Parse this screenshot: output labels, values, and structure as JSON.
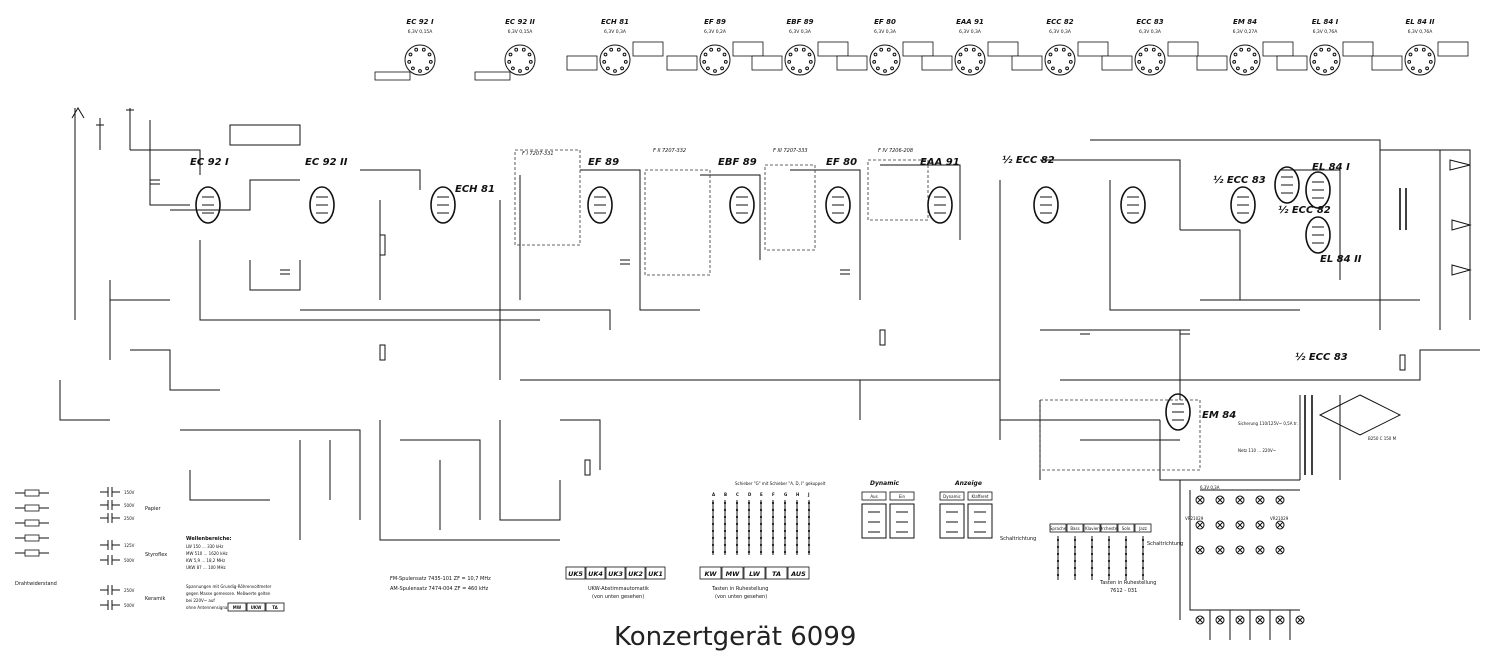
{
  "title": "Konzertgerät 6099",
  "tube_bases": [
    {
      "name": "EC 92 I",
      "spec": "6,3V 0,15A"
    },
    {
      "name": "EC 92 II",
      "spec": "6,3V 0,15A"
    },
    {
      "name": "ECH 81",
      "spec": "6,3V 0,3A"
    },
    {
      "name": "EF 89",
      "spec": "6,3V 0,2A"
    },
    {
      "name": "EBF 89",
      "spec": "6,3V 0,3A"
    },
    {
      "name": "EF 80",
      "spec": "6,3V 0,3A"
    },
    {
      "name": "EAA 91",
      "spec": "6,3V 0,3A"
    },
    {
      "name": "ECC 82",
      "spec": "6,3V 0,3A"
    },
    {
      "name": "ECC 83",
      "spec": "6,3V 0,3A"
    },
    {
      "name": "EM 84",
      "spec": "6,3V 0,27A"
    },
    {
      "name": "EL 84 I",
      "spec": "6,3V 0,76A"
    },
    {
      "name": "EL 84 II",
      "spec": "6,3V 0,76A"
    }
  ],
  "schematic_tubes": [
    {
      "name": "EC 92 I"
    },
    {
      "name": "EC 92 II"
    },
    {
      "name": "ECH 81"
    },
    {
      "name": "EF 89"
    },
    {
      "name": "EBF 89"
    },
    {
      "name": "EF 80"
    },
    {
      "name": "EAA 91"
    },
    {
      "name": "½ ECC 82"
    },
    {
      "name": "½ ECC 83"
    },
    {
      "name": "½ ECC 82"
    },
    {
      "name": "½ ECC 83"
    },
    {
      "name": "EL 84 I"
    },
    {
      "name": "EL 84 II"
    },
    {
      "name": "EM 84"
    }
  ],
  "filter_labels": [
    {
      "name": "F I 7207-331"
    },
    {
      "name": "F II 7207-332"
    },
    {
      "name": "F III 7207-333"
    },
    {
      "name": "F IV 7206-208"
    }
  ],
  "ukw_buttons": [
    "UK5",
    "UK4",
    "UK3",
    "UK2",
    "UK1"
  ],
  "ukw_caption": "UKW-Abstimmautomatik",
  "ukw_caption_sub": "(von unten gesehen)",
  "band_buttons": [
    "KW",
    "MW",
    "LW",
    "TA",
    "AUS"
  ],
  "band_caption": "Tasten in Ruhestellung",
  "band_caption_sub": "(von unten gesehen)",
  "band_switch_letters": [
    "A",
    "B",
    "C",
    "D",
    "E",
    "F",
    "G",
    "H",
    "J"
  ],
  "schieber_note": "Schieber \"G\" mit Schieber \"A, D, I\" gekuppelt",
  "dynamic_caption": "Dynamic",
  "anzeige_caption": "Anzeige",
  "dynamic_switch_labels": [
    "Aus",
    "Ein",
    "Dynamic",
    "Klafferet"
  ],
  "register_keys": [
    "Sprache",
    "Bass",
    "Klavier",
    "Orchester",
    "Solo",
    "Jazz"
  ],
  "register_caption": "Tasten in Ruhestellung",
  "register_caption_sub": "7612 - 031",
  "schaltrichtung": "Schaltrichtung",
  "wellenbereiche_title": "Wellenbereiche:",
  "wellenbereiche": [
    "LW 150 ... 330 kHz",
    "MW 510 ... 1620 kHz",
    "KW 5,9 ... 18,2 MHz",
    "UKW 87 ... 100 MHz"
  ],
  "spannungen_note": [
    "Spannungen mit Grundig-Röhrenvoltmeter",
    "gegen Masse gemessen. Meßwerte gelten",
    "bei 220V~ auf",
    "ohne Antennensignal"
  ],
  "spannungen_keys": [
    "MW",
    "UKW",
    "TA"
  ],
  "fm_spulensatz": "FM-Spulensatz 7435-101 ZF = 10,7 MHz",
  "am_spulensatz": "AM-Spulensatz 7474-004 ZF = 460 kHz",
  "legend_ratings": [
    "150V",
    "500V",
    "250V",
    "125V",
    "500V",
    "250V",
    "500V"
  ],
  "legend_kinds": [
    "Papier",
    "Styroflex",
    "Keramik"
  ],
  "legend_caption": "Drahtwiderstand",
  "sicherung": "Sicherung 110/125V~ 0,5A tr.",
  "netz": "Netz 110 ... 220V~",
  "gleichrichter": "B250 C 150 M",
  "lamp_rows": [
    "6,3V 0,3A",
    "VR21029",
    "VR21029"
  ]
}
